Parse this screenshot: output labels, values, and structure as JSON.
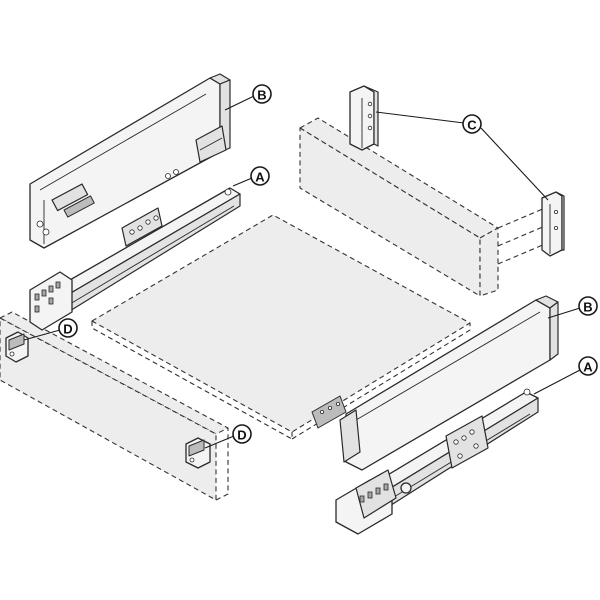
{
  "callouts": {
    "drawer_side_back": "B",
    "runner_back": "A",
    "bracket_pair": "C",
    "front_fixing_left": "D",
    "front_fixing_right": "D",
    "drawer_side_front": "B",
    "runner_front": "A"
  },
  "colors": {
    "line": "#2a2a2a",
    "part_fill": "#f4f4f4",
    "panel_fill": "#ededed"
  }
}
